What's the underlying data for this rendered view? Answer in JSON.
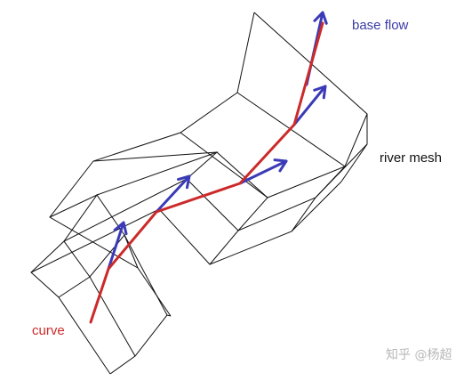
{
  "labels": {
    "base_flow": "base flow",
    "river_mesh": "river mesh",
    "curve": "curve",
    "watermark": "知乎 @杨超"
  },
  "colors": {
    "base_flow": "#3a3aa8",
    "river_mesh": "#111111",
    "curve": "#cc2a2a",
    "arrow": "#3a3ab8",
    "mesh": "#111111",
    "watermark": "#b8b8b8"
  }
}
